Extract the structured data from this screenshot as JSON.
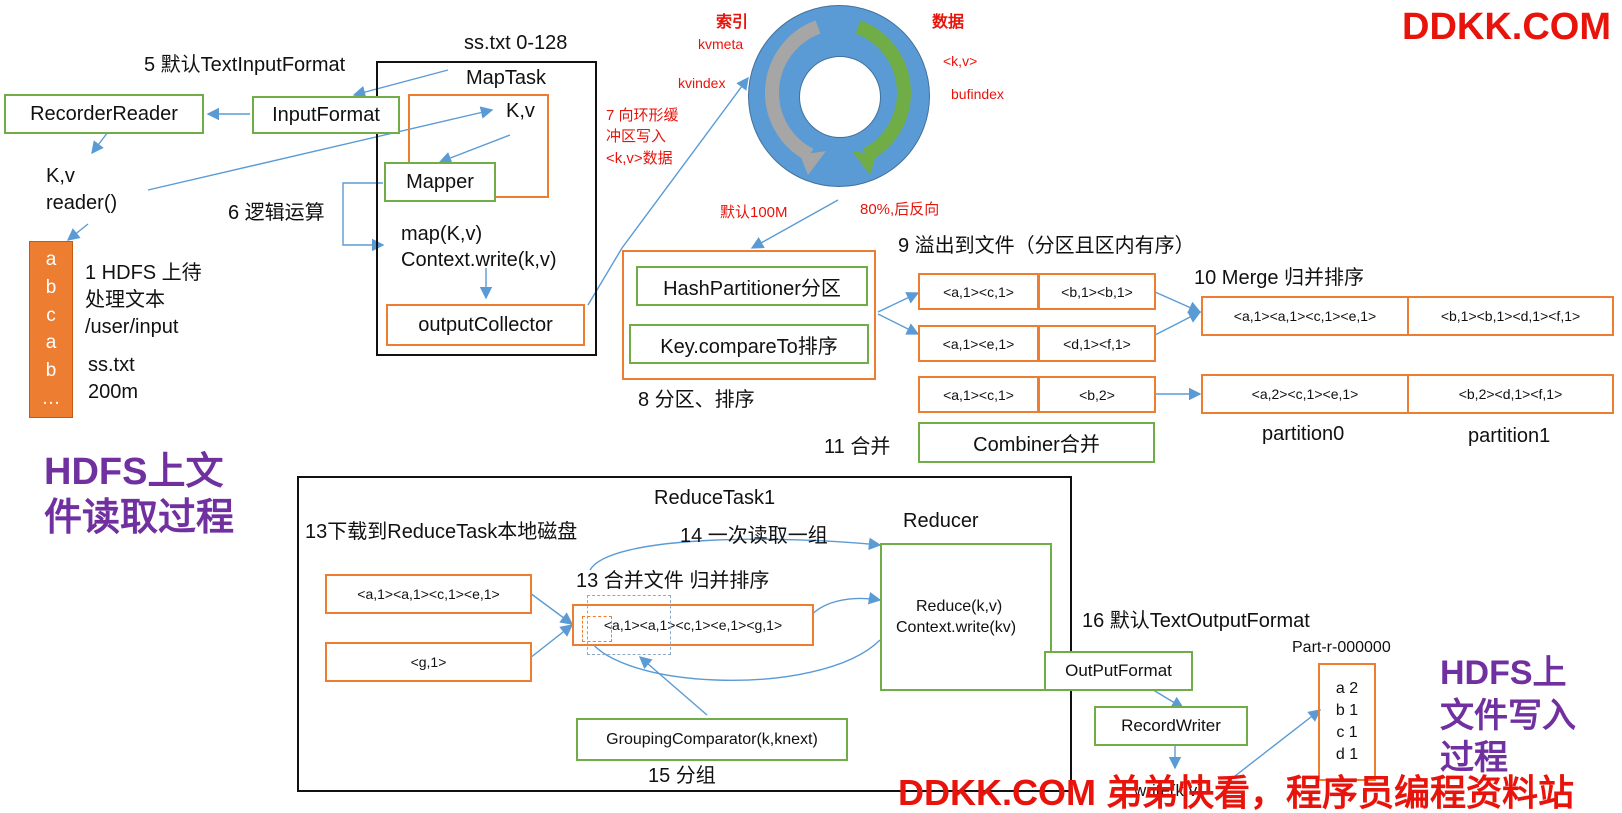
{
  "watermark": {
    "top_right": "DDKK.COM",
    "bottom": "DDKK.COM 弟弟快看，程序员编程资料站"
  },
  "colors": {
    "green": "#70ad47",
    "orange": "#ed7d31",
    "blue_arrow": "#5b9bd5",
    "red_text": "#e8140c",
    "purple": "#7030a0"
  },
  "headings": {
    "read": "HDFS上文件读取过程",
    "write": "HDFS上文件写入过程"
  },
  "hdfs_input": {
    "chars": [
      "a",
      "b",
      "c",
      "a",
      "b",
      "…"
    ],
    "label": [
      "1 HDFS 上待",
      "处理文本",
      "/user/input"
    ],
    "file": [
      "ss.txt",
      "200m"
    ]
  },
  "map_side": {
    "split": "ss.txt 0-128",
    "default_format": "5 默认TextInputFormat",
    "maptask": "MapTask",
    "recorder_reader": "RecorderReader",
    "input_format": "InputFormat",
    "kv_top": "K,v",
    "kv_left": [
      "K,v",
      "reader()"
    ],
    "logic": "6 逻辑运算",
    "mapper": "Mapper",
    "map_call": [
      "map(K,v)",
      "Context.write(k,v)"
    ],
    "output_collector": "outputCollector"
  },
  "ring_buffer": {
    "index_label": "索引",
    "data_label": "数据",
    "kvmeta": "kvmeta",
    "kv": "<k,v>",
    "kvindex": "kvindex",
    "bufindex": "bufindex",
    "write_note": [
      "7 向环形缓",
      "冲区写入",
      "<k,v>数据"
    ],
    "default_size": "默认100M",
    "threshold": "80%,后反向"
  },
  "partition_sort": {
    "hash_partitioner": "HashPartitioner分区",
    "compare": "Key.compareTo排序",
    "label": "8 分区、排序"
  },
  "spill": {
    "label": "9 溢出到文件（分区且区内有序）",
    "rows": [
      [
        "<a,1><c,1>",
        "<b,1><b,1>"
      ],
      [
        "<a,1><e,1>",
        "<d,1><f,1>"
      ],
      [
        "<a,1><c,1>",
        "<b,2>"
      ]
    ]
  },
  "merge": {
    "label": "10 Merge 归并排序",
    "row1": [
      "<a,1><a,1><c,1><e,1>",
      "<b,1><b,1><d,1><f,1>"
    ],
    "row2": [
      "<a,2><c,1><e,1>",
      "<b,2><d,1><f,1>"
    ],
    "partitions": [
      "partition0",
      "partition1"
    ]
  },
  "combine": {
    "label": "11 合并",
    "combiner": "Combiner合并"
  },
  "reduce_side": {
    "reducetask": "ReduceTask1",
    "download": "13下载到ReduceTask本地磁盘",
    "read_group": "14 一次读取一组",
    "merge_label": "13 合并文件 归并排序",
    "input1": "<a,1><a,1><c,1><e,1>",
    "input2": "<g,1>",
    "merged": "<a,1><a,1><c,1><e,1><g,1>",
    "grouping": "GroupingComparator(k,knext)",
    "group_label": "15 分组",
    "reducer": "Reducer",
    "reduce_call": [
      "Reduce(k,v)",
      "Context.write(kv)"
    ]
  },
  "output_side": {
    "default_format": "16 默认TextOutputFormat",
    "output_format": "OutPutFormat",
    "record_writer": "RecordWriter",
    "write_call": "write(k,v)",
    "part_file": "Part-r-000000",
    "results": [
      "a 2",
      "b 1",
      "c 1",
      "d 1"
    ]
  }
}
